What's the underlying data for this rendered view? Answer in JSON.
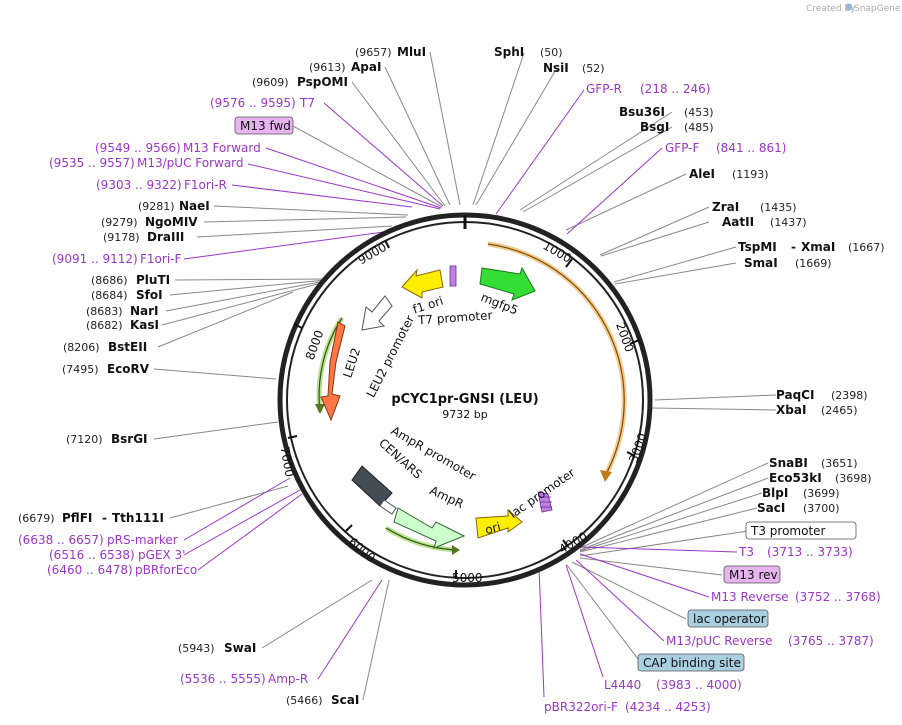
{
  "app": {
    "credit_prefix": "Created by",
    "credit_brand": "SnapGene"
  },
  "plasmid": {
    "name": "pCYC1pr-GNSI (LEU)",
    "length_label": "9732 bp",
    "length": 9732
  },
  "ticks": [
    "1000",
    "2000",
    "3000",
    "4000",
    "5000",
    "6000",
    "7000",
    "8000",
    "9000"
  ],
  "enzymes": [
    {
      "name": "MluI",
      "pos": "(9657)"
    },
    {
      "name": "ApaI",
      "pos": "(9613)"
    },
    {
      "name": "PspOMI",
      "pos": "(9609)"
    },
    {
      "name": "SphI",
      "pos": "(50)"
    },
    {
      "name": "NsiI",
      "pos": "(52)"
    },
    {
      "name": "Bsu36I",
      "pos": "(453)"
    },
    {
      "name": "BsgI",
      "pos": "(485)"
    },
    {
      "name": "AleI",
      "pos": "(1193)"
    },
    {
      "name": "ZraI",
      "pos": "(1435)"
    },
    {
      "name": "AatII",
      "pos": "(1437)"
    },
    {
      "name": "TspMI",
      "pos": "(1667)"
    },
    {
      "name": "XmaI",
      "pos": ""
    },
    {
      "name": "SmaI",
      "pos": "(1669)"
    },
    {
      "name": "PaqCI",
      "pos": "(2398)"
    },
    {
      "name": "XbaI",
      "pos": "(2465)"
    },
    {
      "name": "SnaBI",
      "pos": "(3651)"
    },
    {
      "name": "Eco53kI",
      "pos": "(3698)"
    },
    {
      "name": "BlpI",
      "pos": "(3699)"
    },
    {
      "name": "SacI",
      "pos": "(3700)"
    },
    {
      "name": "NaeI",
      "pos": "(9281)"
    },
    {
      "name": "NgoMIV",
      "pos": "(9279)"
    },
    {
      "name": "DraIII",
      "pos": "(9178)"
    },
    {
      "name": "PluTI",
      "pos": "(8686)"
    },
    {
      "name": "SfoI",
      "pos": "(8684)"
    },
    {
      "name": "NarI",
      "pos": "(8683)"
    },
    {
      "name": "KasI",
      "pos": "(8682)"
    },
    {
      "name": "BstEII",
      "pos": "(8206)"
    },
    {
      "name": "EcoRV",
      "pos": "(7495)"
    },
    {
      "name": "BsrGI",
      "pos": "(7120)"
    },
    {
      "name": "PflFI",
      "pos": "(6679)"
    },
    {
      "name": "Tth111I",
      "pos": ""
    },
    {
      "name": "SwaI",
      "pos": "(5943)"
    },
    {
      "name": "ScaI",
      "pos": "(5466)"
    }
  ],
  "primers": [
    {
      "name": "GFP-R",
      "range": "(218 .. 246)"
    },
    {
      "name": "GFP-F",
      "range": "(841 .. 861)"
    },
    {
      "name": "T7",
      "range": "(9576 .. 9595)"
    },
    {
      "name": "M13 Forward",
      "range": "(9549 .. 9566)"
    },
    {
      "name": "M13/pUC Forward",
      "range": "(9535 .. 9557)"
    },
    {
      "name": "F1ori-R",
      "range": "(9303 .. 9322)"
    },
    {
      "name": "F1ori-F",
      "range": "(9091 .. 9112)"
    },
    {
      "name": "pRS-marker",
      "range": "(6638 .. 6657)"
    },
    {
      "name": "pGEX 3'",
      "range": "(6516 .. 6538)"
    },
    {
      "name": "pBRforEco",
      "range": "(6460 .. 6478)"
    },
    {
      "name": "Amp-R",
      "range": "(5536 .. 5555)"
    },
    {
      "name": "T3",
      "range": "(3713 .. 3733)"
    },
    {
      "name": "M13 Reverse",
      "range": "(3752 .. 3768)"
    },
    {
      "name": "M13/pUC Reverse",
      "range": "(3765 .. 3787)"
    },
    {
      "name": "L4440",
      "range": "(3983 .. 4000)"
    },
    {
      "name": "pBR322ori-F",
      "range": "(4234 .. 4253)"
    }
  ],
  "boxed_labels": [
    {
      "name": "M13 fwd",
      "color": "#e8b4f0"
    },
    {
      "name": "T3 promoter",
      "color": "#ffffff"
    },
    {
      "name": "M13 rev",
      "color": "#e8b4f0"
    },
    {
      "name": "lac operator",
      "color": "#a9cfe0"
    },
    {
      "name": "CAP binding site",
      "color": "#a9cfe0"
    }
  ],
  "features": [
    {
      "name": "mgfp5",
      "color": "#33dd33"
    },
    {
      "name": "f1 ori",
      "color": "#ffee00"
    },
    {
      "name": "T7 promoter",
      "color": "#ffffff"
    },
    {
      "name": "LEU2 promoter",
      "color": "#ffffff"
    },
    {
      "name": "LEU2",
      "color": "#ff7744"
    },
    {
      "name": "AmpR promoter",
      "color": "#ffffff"
    },
    {
      "name": "CEN/ARS",
      "color": "#444c55"
    },
    {
      "name": "AmpR",
      "color": "#ccffcc"
    },
    {
      "name": "ori",
      "color": "#ffee00"
    },
    {
      "name": "lac promoter",
      "color": "#ffffff"
    }
  ],
  "colors": {
    "enzyme": "#111111",
    "primer": "#9a36c8",
    "backbone": "#222222",
    "orf_gfp": "#e8a030",
    "orf_leu": "#88cc44"
  }
}
